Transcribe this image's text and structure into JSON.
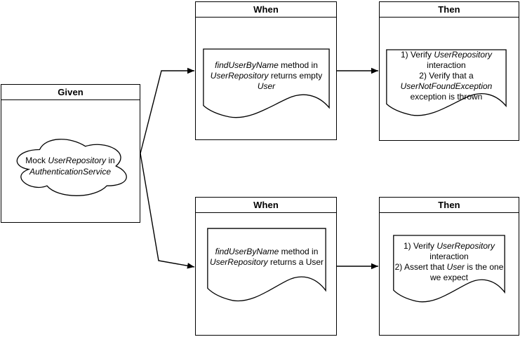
{
  "colors": {
    "stroke": "#000000",
    "fill": "#ffffff",
    "text": "#000000"
  },
  "panels": {
    "given": {
      "title": "Given"
    },
    "when_top": {
      "title": "When"
    },
    "then_top": {
      "title": "Then"
    },
    "when_bottom": {
      "title": "When"
    },
    "then_bottom": {
      "title": "Then"
    }
  },
  "notes": {
    "given_cloud": {
      "rich": [
        {
          "t": "Mock "
        },
        {
          "t": "UserRepository",
          "i": true
        },
        {
          "t": " in"
        },
        {
          "br": true
        },
        {
          "t": "AuthenticationService",
          "i": true
        }
      ]
    },
    "when_top": {
      "rich": [
        {
          "t": "findUserByName",
          "i": true
        },
        {
          "t": " method in"
        },
        {
          "br": true
        },
        {
          "t": "UserRepository",
          "i": true
        },
        {
          "t": " returns empty"
        },
        {
          "br": true
        },
        {
          "t": "User",
          "i": true
        }
      ]
    },
    "then_top": {
      "rich": [
        {
          "t": "1) Verify "
        },
        {
          "t": "UserRepository",
          "i": true
        },
        {
          "br": true
        },
        {
          "t": "interaction"
        },
        {
          "br": true
        },
        {
          "t": "2) Verify that a"
        },
        {
          "br": true
        },
        {
          "t": "UserNotFoundException",
          "i": true
        },
        {
          "br": true
        },
        {
          "t": "exception is thrown"
        }
      ]
    },
    "when_bottom": {
      "rich": [
        {
          "t": "findUserByName",
          "i": true
        },
        {
          "t": " method in"
        },
        {
          "br": true
        },
        {
          "t": "UserRepository",
          "i": true
        },
        {
          "t": " returns a User"
        }
      ]
    },
    "then_bottom": {
      "rich": [
        {
          "t": "1) Verify "
        },
        {
          "t": "UserRepository",
          "i": true
        },
        {
          "br": true
        },
        {
          "t": "interaction"
        },
        {
          "br": true
        },
        {
          "t": "2) Assert that "
        },
        {
          "t": "User",
          "i": true
        },
        {
          "t": " is the one"
        },
        {
          "br": true
        },
        {
          "t": "we expect"
        }
      ]
    }
  }
}
